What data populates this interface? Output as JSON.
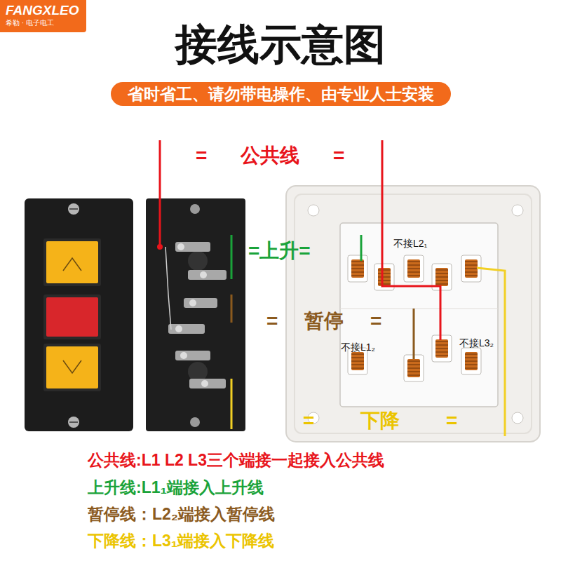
{
  "diagram": {
    "title": "接线示意图",
    "nodes": [
      {
        "text": [
          "FANGXLEO",
          "希勒 · 电子电工"
        ]
      },
      {
        "text": [
          "省时省工、请勿带电操作、由专业人士安装"
        ]
      }
    ],
    "labels": [
      "= 公共线 =",
      "=上升=",
      "= 暂停 =",
      "= 下降 =",
      "不接L2₁",
      "不接L1₂",
      "不接L3₂",
      "公共线:L1 L2 L3三个端接一起接入公共线",
      "上升线:L1₁端接入上升线",
      "暂停线：L2₂端接入暂停线",
      "下降线：L3₁端接入下降线"
    ]
  }
}
